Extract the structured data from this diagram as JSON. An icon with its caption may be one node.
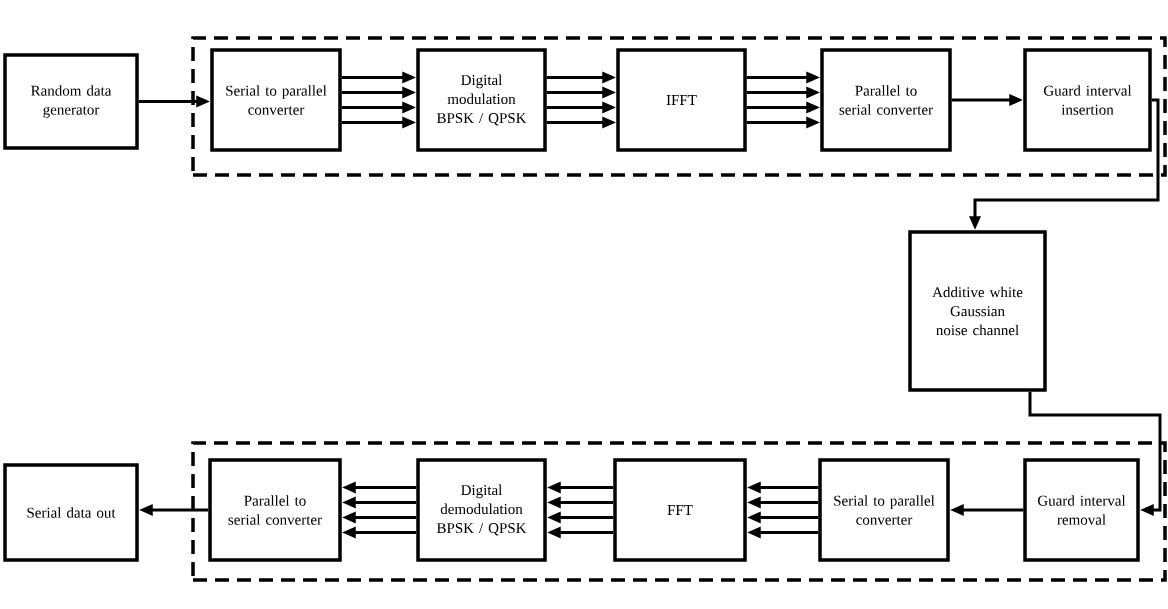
{
  "diagram": {
    "nodes": [
      {
        "text": [
          "Random data generator"
        ]
      },
      {
        "text": [],
        "shape": "box"
      },
      {
        "text": [
          "Serial to parallel converter"
        ],
        "in": 1
      },
      {
        "text": [
          "Digital modulation BPSK / QPSK"
        ],
        "in": 1
      },
      {
        "text": [
          "IFFT"
        ],
        "in": 1
      },
      {
        "text": [
          "Parallel to serial converter"
        ],
        "in": 1
      },
      {
        "text": [
          "Guard interval insertion"
        ],
        "in": 1
      },
      {
        "text": [
          "Additive white Gaussian noise channel"
        ]
      },
      {
        "text": [],
        "shape": "box"
      },
      {
        "text": [
          "Guard interval removal"
        ],
        "in": 8
      },
      {
        "text": [
          "Serial to parallel converter"
        ],
        "in": 8
      },
      {
        "text": [
          "FFT"
        ],
        "in": 8
      },
      {
        "text": [
          "Digital demodulation BPSK / QPSK"
        ],
        "in": 8
      },
      {
        "text": [
          "Parallel to serial converter"
        ],
        "in": 8
      },
      {
        "text": [
          "Serial data out"
        ]
      }
    ],
    "edges": [
      {
        "from": 0,
        "to": 2,
        "arrow": "to"
      },
      {
        "from": 2,
        "to": 3,
        "arrow": "to"
      },
      {
        "from": 2,
        "to": 3,
        "arrow": "to"
      },
      {
        "from": 2,
        "to": 3,
        "arrow": "to"
      },
      {
        "from": 2,
        "to": 3,
        "arrow": "to"
      },
      {
        "from": 3,
        "to": 4,
        "arrow": "to"
      },
      {
        "from": 3,
        "to": 4,
        "arrow": "to"
      },
      {
        "from": 3,
        "to": 4,
        "arrow": "to"
      },
      {
        "from": 3,
        "to": 4,
        "arrow": "to"
      },
      {
        "from": 4,
        "to": 5,
        "arrow": "to"
      },
      {
        "from": 4,
        "to": 5,
        "arrow": "to"
      },
      {
        "from": 4,
        "to": 5,
        "arrow": "to"
      },
      {
        "from": 4,
        "to": 5,
        "arrow": "to"
      },
      {
        "from": 5,
        "to": 6,
        "arrow": "to"
      },
      {
        "from": 6,
        "to": 7,
        "arrow": "to"
      },
      {
        "from": 7,
        "to": 9,
        "arrow": "to"
      },
      {
        "from": 9,
        "to": 10,
        "arrow": "to"
      },
      {
        "from": 10,
        "to": 11,
        "arrow": "to"
      },
      {
        "from": 10,
        "to": 11,
        "arrow": "to"
      },
      {
        "from": 10,
        "to": 11,
        "arrow": "to"
      },
      {
        "from": 10,
        "to": 11,
        "arrow": "to"
      },
      {
        "from": 11,
        "to": 12,
        "arrow": "to"
      },
      {
        "from": 11,
        "to": 12,
        "arrow": "to"
      },
      {
        "from": 11,
        "to": 12,
        "arrow": "to"
      },
      {
        "from": 11,
        "to": 12,
        "arrow": "to"
      },
      {
        "from": 12,
        "to": 13,
        "arrow": "to"
      },
      {
        "from": 12,
        "to": 13,
        "arrow": "to"
      },
      {
        "from": 12,
        "to": 13,
        "arrow": "to"
      },
      {
        "from": 12,
        "to": 13,
        "arrow": "to"
      },
      {
        "from": 13,
        "to": 14,
        "arrow": "to"
      }
    ]
  }
}
